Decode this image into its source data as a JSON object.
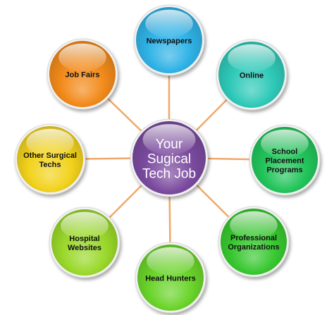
{
  "diagram": {
    "center": {
      "lines": [
        "Your",
        "Sugical",
        "Tech Job"
      ],
      "color": "#7a4a9e"
    },
    "spoke_color": "#f0a868",
    "nodes": [
      {
        "id": "newspapers",
        "lines": [
          "Newspapers"
        ],
        "color": "#2fb2e6"
      },
      {
        "id": "online",
        "lines": [
          "Online"
        ],
        "color": "#2ec9b8"
      },
      {
        "id": "school-placement-programs",
        "lines": [
          "School",
          "Placement",
          "Programs"
        ],
        "color": "#22c45a"
      },
      {
        "id": "professional-organizations",
        "lines": [
          "Professional",
          "Organizations"
        ],
        "color": "#38c830"
      },
      {
        "id": "head-hunters",
        "lines": [
          "Head Hunters"
        ],
        "color": "#6ad42a"
      },
      {
        "id": "hospital-websites",
        "lines": [
          "Hospital",
          "Websites"
        ],
        "color": "#9ad82a"
      },
      {
        "id": "other-surgical-techs",
        "lines": [
          "Other Surgical",
          "Techs"
        ],
        "color": "#f2d21c"
      },
      {
        "id": "job-fairs",
        "lines": [
          "Job Fairs"
        ],
        "color": "#f28a1a"
      }
    ]
  }
}
